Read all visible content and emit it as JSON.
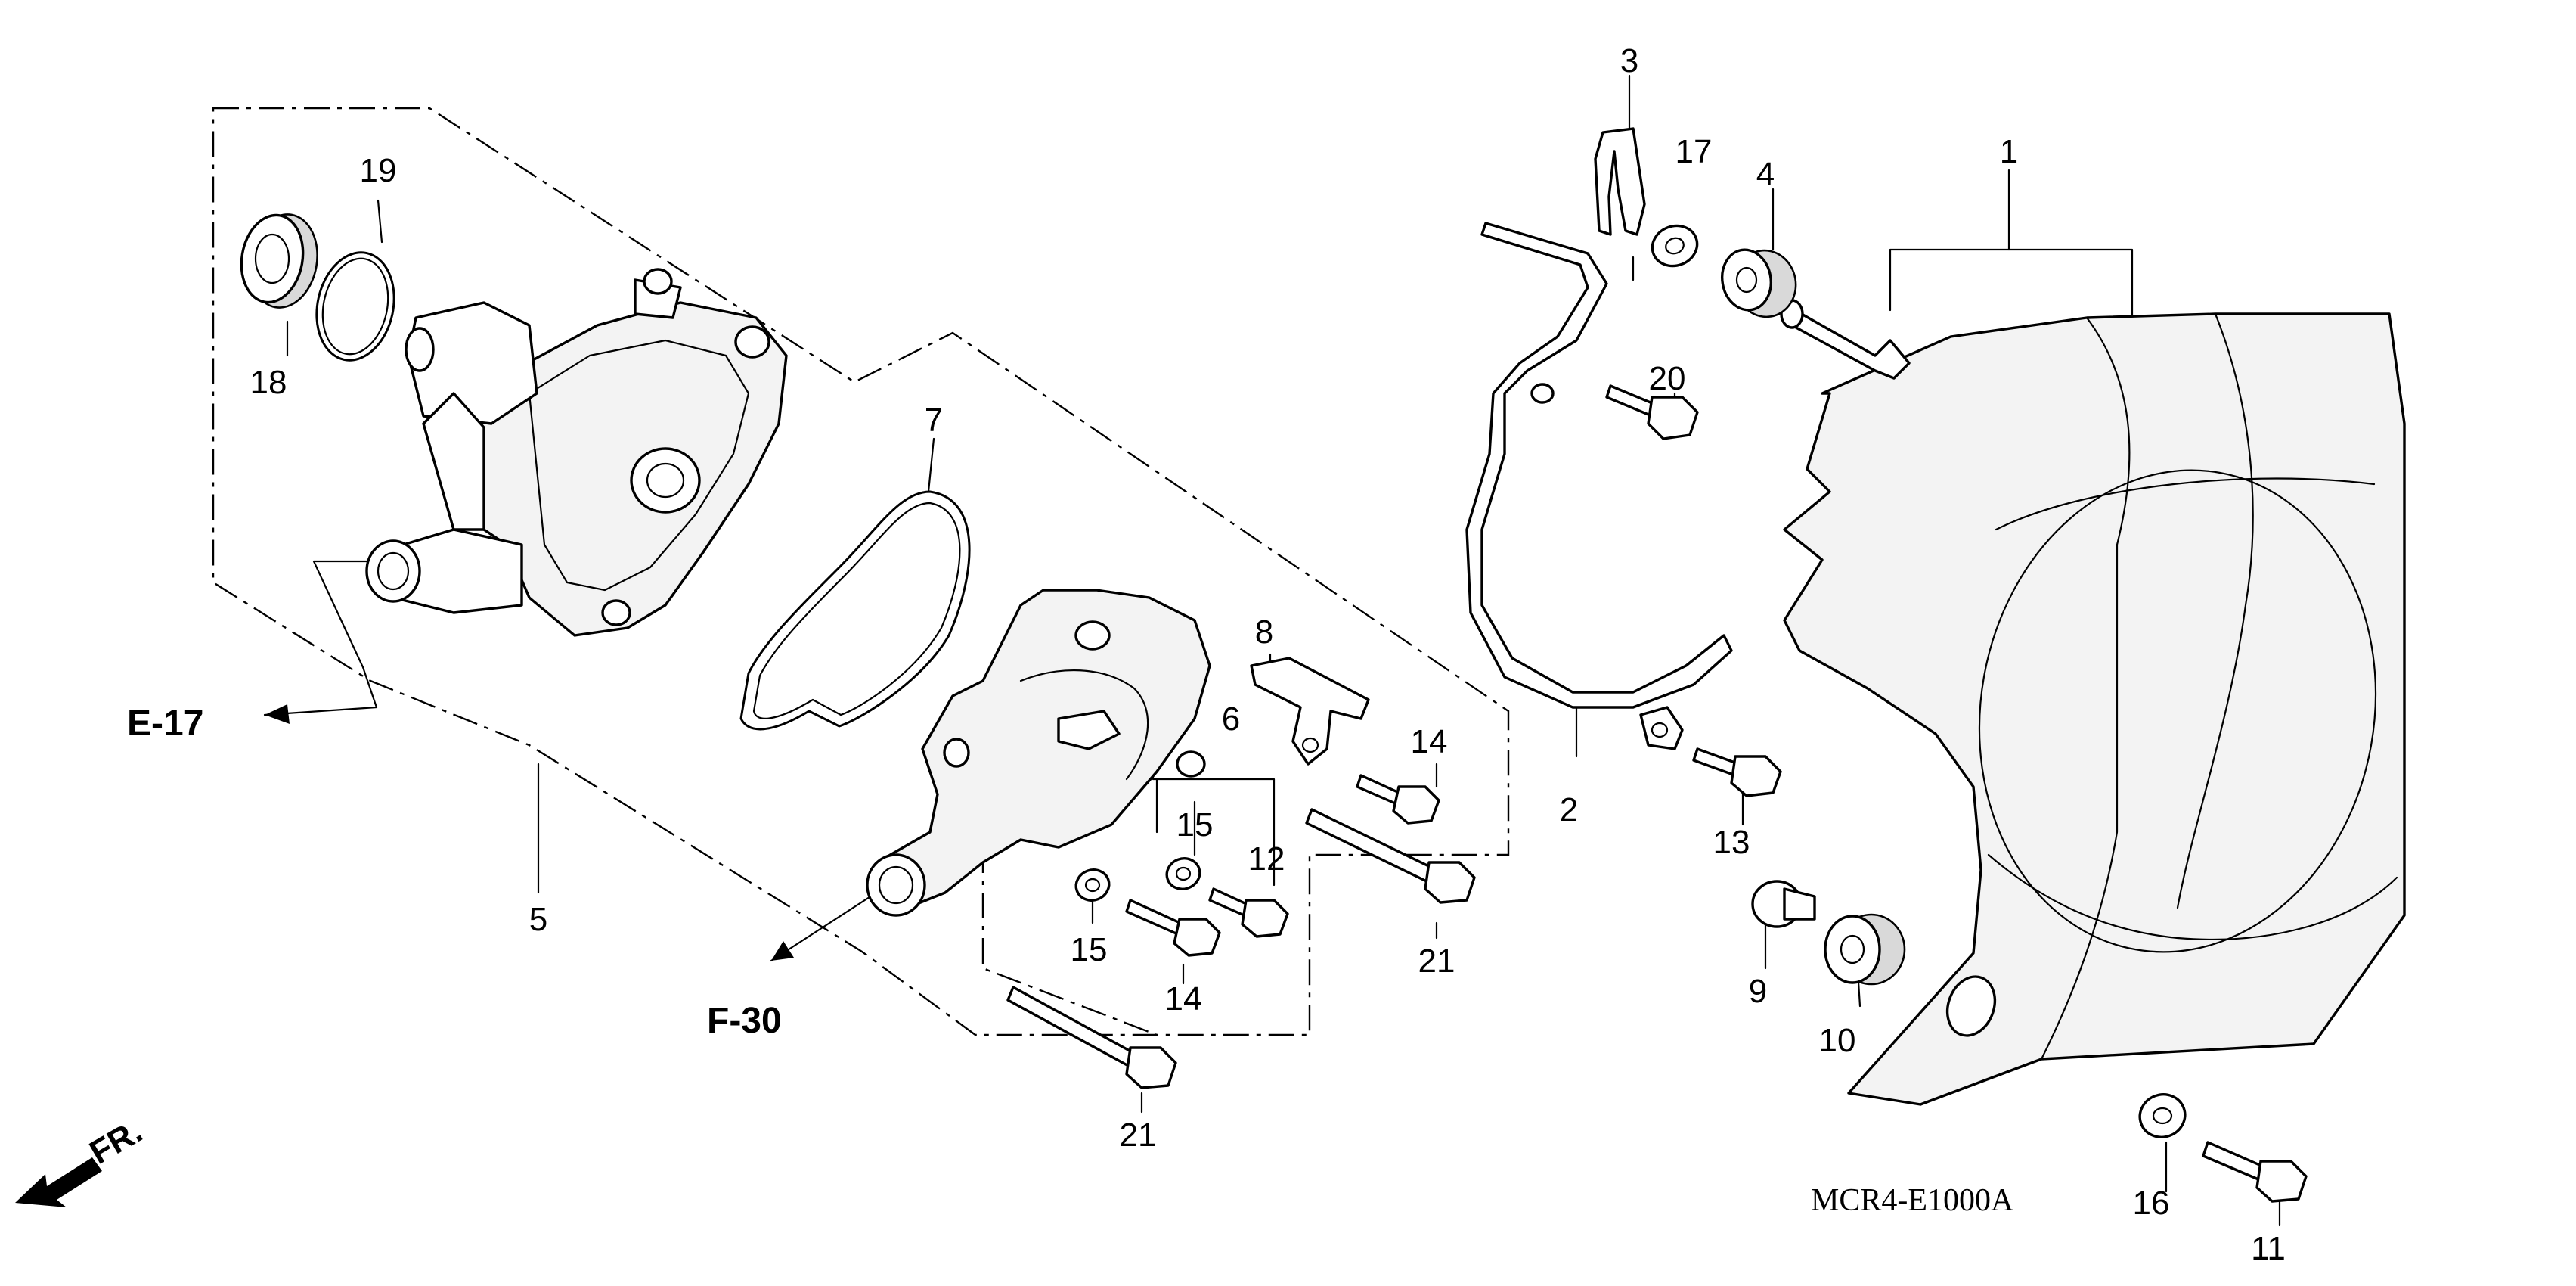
{
  "callouts": {
    "c1": "1",
    "c2": "2",
    "c3": "3",
    "c4": "4",
    "c5": "5",
    "c6": "6",
    "c7": "7",
    "c8": "8",
    "c9": "9",
    "c10": "10",
    "c11": "11",
    "c12": "12",
    "c13": "13",
    "c14a": "14",
    "c14b": "14",
    "c15a": "15",
    "c15b": "15",
    "c16": "16",
    "c17": "17",
    "c18": "18",
    "c19": "19",
    "c20": "20",
    "c21a": "21",
    "c21b": "21"
  },
  "references": {
    "e17": "E-17",
    "f30": "F-30"
  },
  "front_label": "FR.",
  "diagram_code": "MCR4-E1000A",
  "icons": [
    "front-arrow-icon"
  ]
}
